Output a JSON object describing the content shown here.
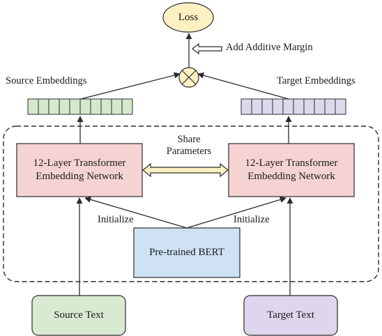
{
  "colors": {
    "loss_fill": "#fdf0c2",
    "transformer_fill": "#f6d3d3",
    "bert_fill": "#cfe2f3",
    "source_embed_fill": "#d6e8cc",
    "target_embed_fill": "#ddd8ec",
    "source_text_fill": "#d9ead3",
    "target_text_fill": "#ddd6ec",
    "stroke": "#2b2b2b"
  },
  "loss_label": "Loss",
  "margin_label": "Add Additive Margin",
  "source_embeddings_label": "Source Embeddings",
  "target_embeddings_label": "Target Embeddings",
  "embedding_cells": 10,
  "share_line1": "Share",
  "share_line2": "Parameters",
  "left_transformer": {
    "line1": "12-Layer Transformer",
    "line2": "Embedding Network"
  },
  "right_transformer": {
    "line1": "12-Layer Transformer",
    "line2": "Embedding Network"
  },
  "initialize_left": "Initialize",
  "initialize_right": "Initialize",
  "bert_label": "Pre-trained BERT",
  "source_text_label": "Source Text",
  "target_text_label": "Target Text",
  "icons": {
    "combine": "multiply-circle-icon"
  }
}
